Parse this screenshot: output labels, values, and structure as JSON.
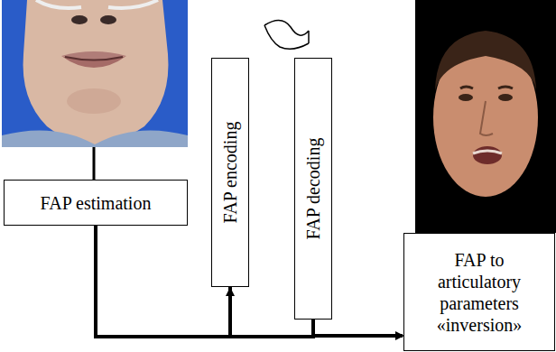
{
  "diagram": {
    "nodes": [
      {
        "text": [
          "FAP estimation"
        ]
      },
      {
        "text": [
          "FAP encoding"
        ]
      },
      {
        "text": [
          "FAP decoding"
        ]
      },
      {
        "text": [
          "FAP to articulatory parameters «inversion»"
        ]
      }
    ],
    "edges": [
      {
        "from": 0,
        "to": 1,
        "arrow": "to"
      },
      {
        "from": 1,
        "to": 2,
        "arrow": "none"
      },
      {
        "from": 2,
        "to": 3,
        "arrow": "to"
      }
    ]
  }
}
